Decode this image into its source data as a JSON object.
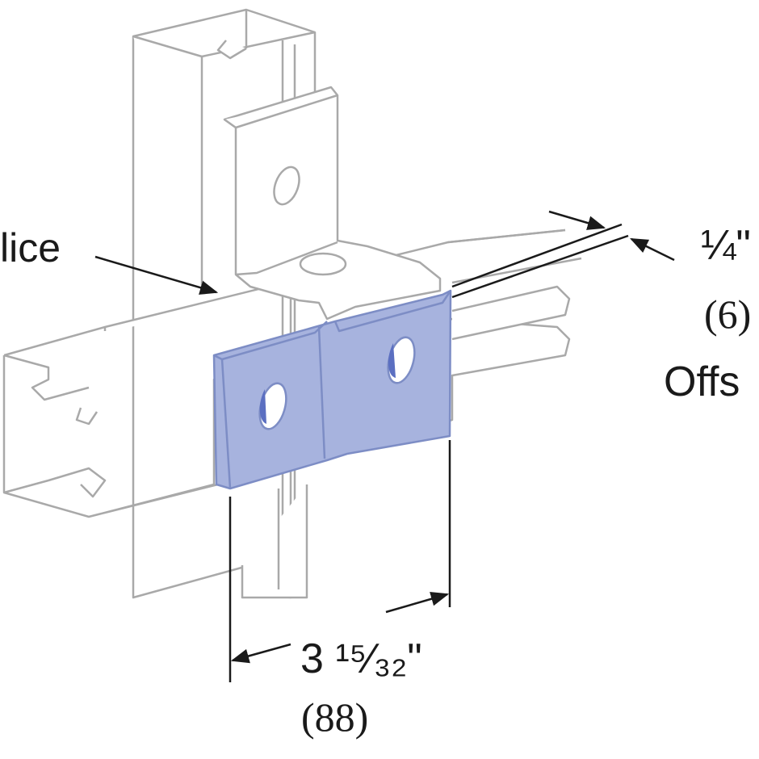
{
  "labels": {
    "splice": "lice",
    "offset_fraction": "¼\"",
    "offset_metric": "(6)",
    "offset_word": "Offs",
    "width_fraction": "3 ¹⁵⁄₃₂\"",
    "width_metric": "(88)"
  },
  "colors": {
    "background": "#ffffff",
    "channel_outline": "#a9a9a9",
    "plate_fill": "#a7b3de",
    "plate_edge": "#7d8dc5",
    "dimension_lines": "#1a1a1a"
  }
}
